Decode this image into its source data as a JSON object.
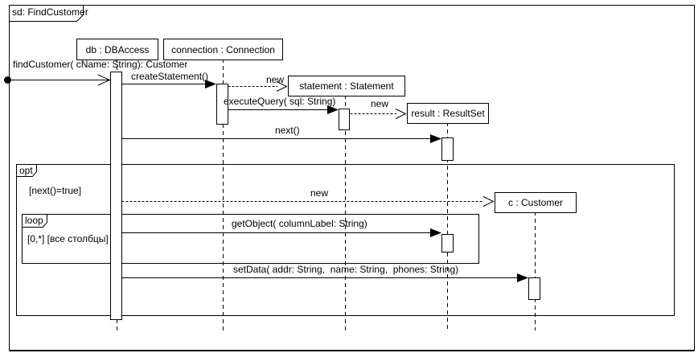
{
  "frame": {
    "title": "sd: FindCustomer"
  },
  "lifelines": {
    "db": {
      "label": "db : DBAccess"
    },
    "connection": {
      "label": "connection : Connection"
    },
    "statement": {
      "label": "statement : Statement"
    },
    "result": {
      "label": "result : ResultSet"
    },
    "c": {
      "label": "c : Customer"
    }
  },
  "messages": {
    "find_customer": "findCustomer( cName: String): Customer",
    "create_statement": "createStatement()",
    "new_statement": "new",
    "execute_query": "executeQuery( sql: String)",
    "new_result": "new",
    "next_call": "next()",
    "new_customer": "new",
    "get_object": "getObject( columnLabel: String)",
    "set_data": "setData( addr: String,  name: String,  phones: String)"
  },
  "fragments": {
    "opt": {
      "operator": "opt",
      "guard": "[next()=true]"
    },
    "loop": {
      "operator": "loop",
      "guard": "[0,*] [все столбцы]"
    }
  },
  "colors": {
    "line": "#000000",
    "background": "#ffffff"
  }
}
